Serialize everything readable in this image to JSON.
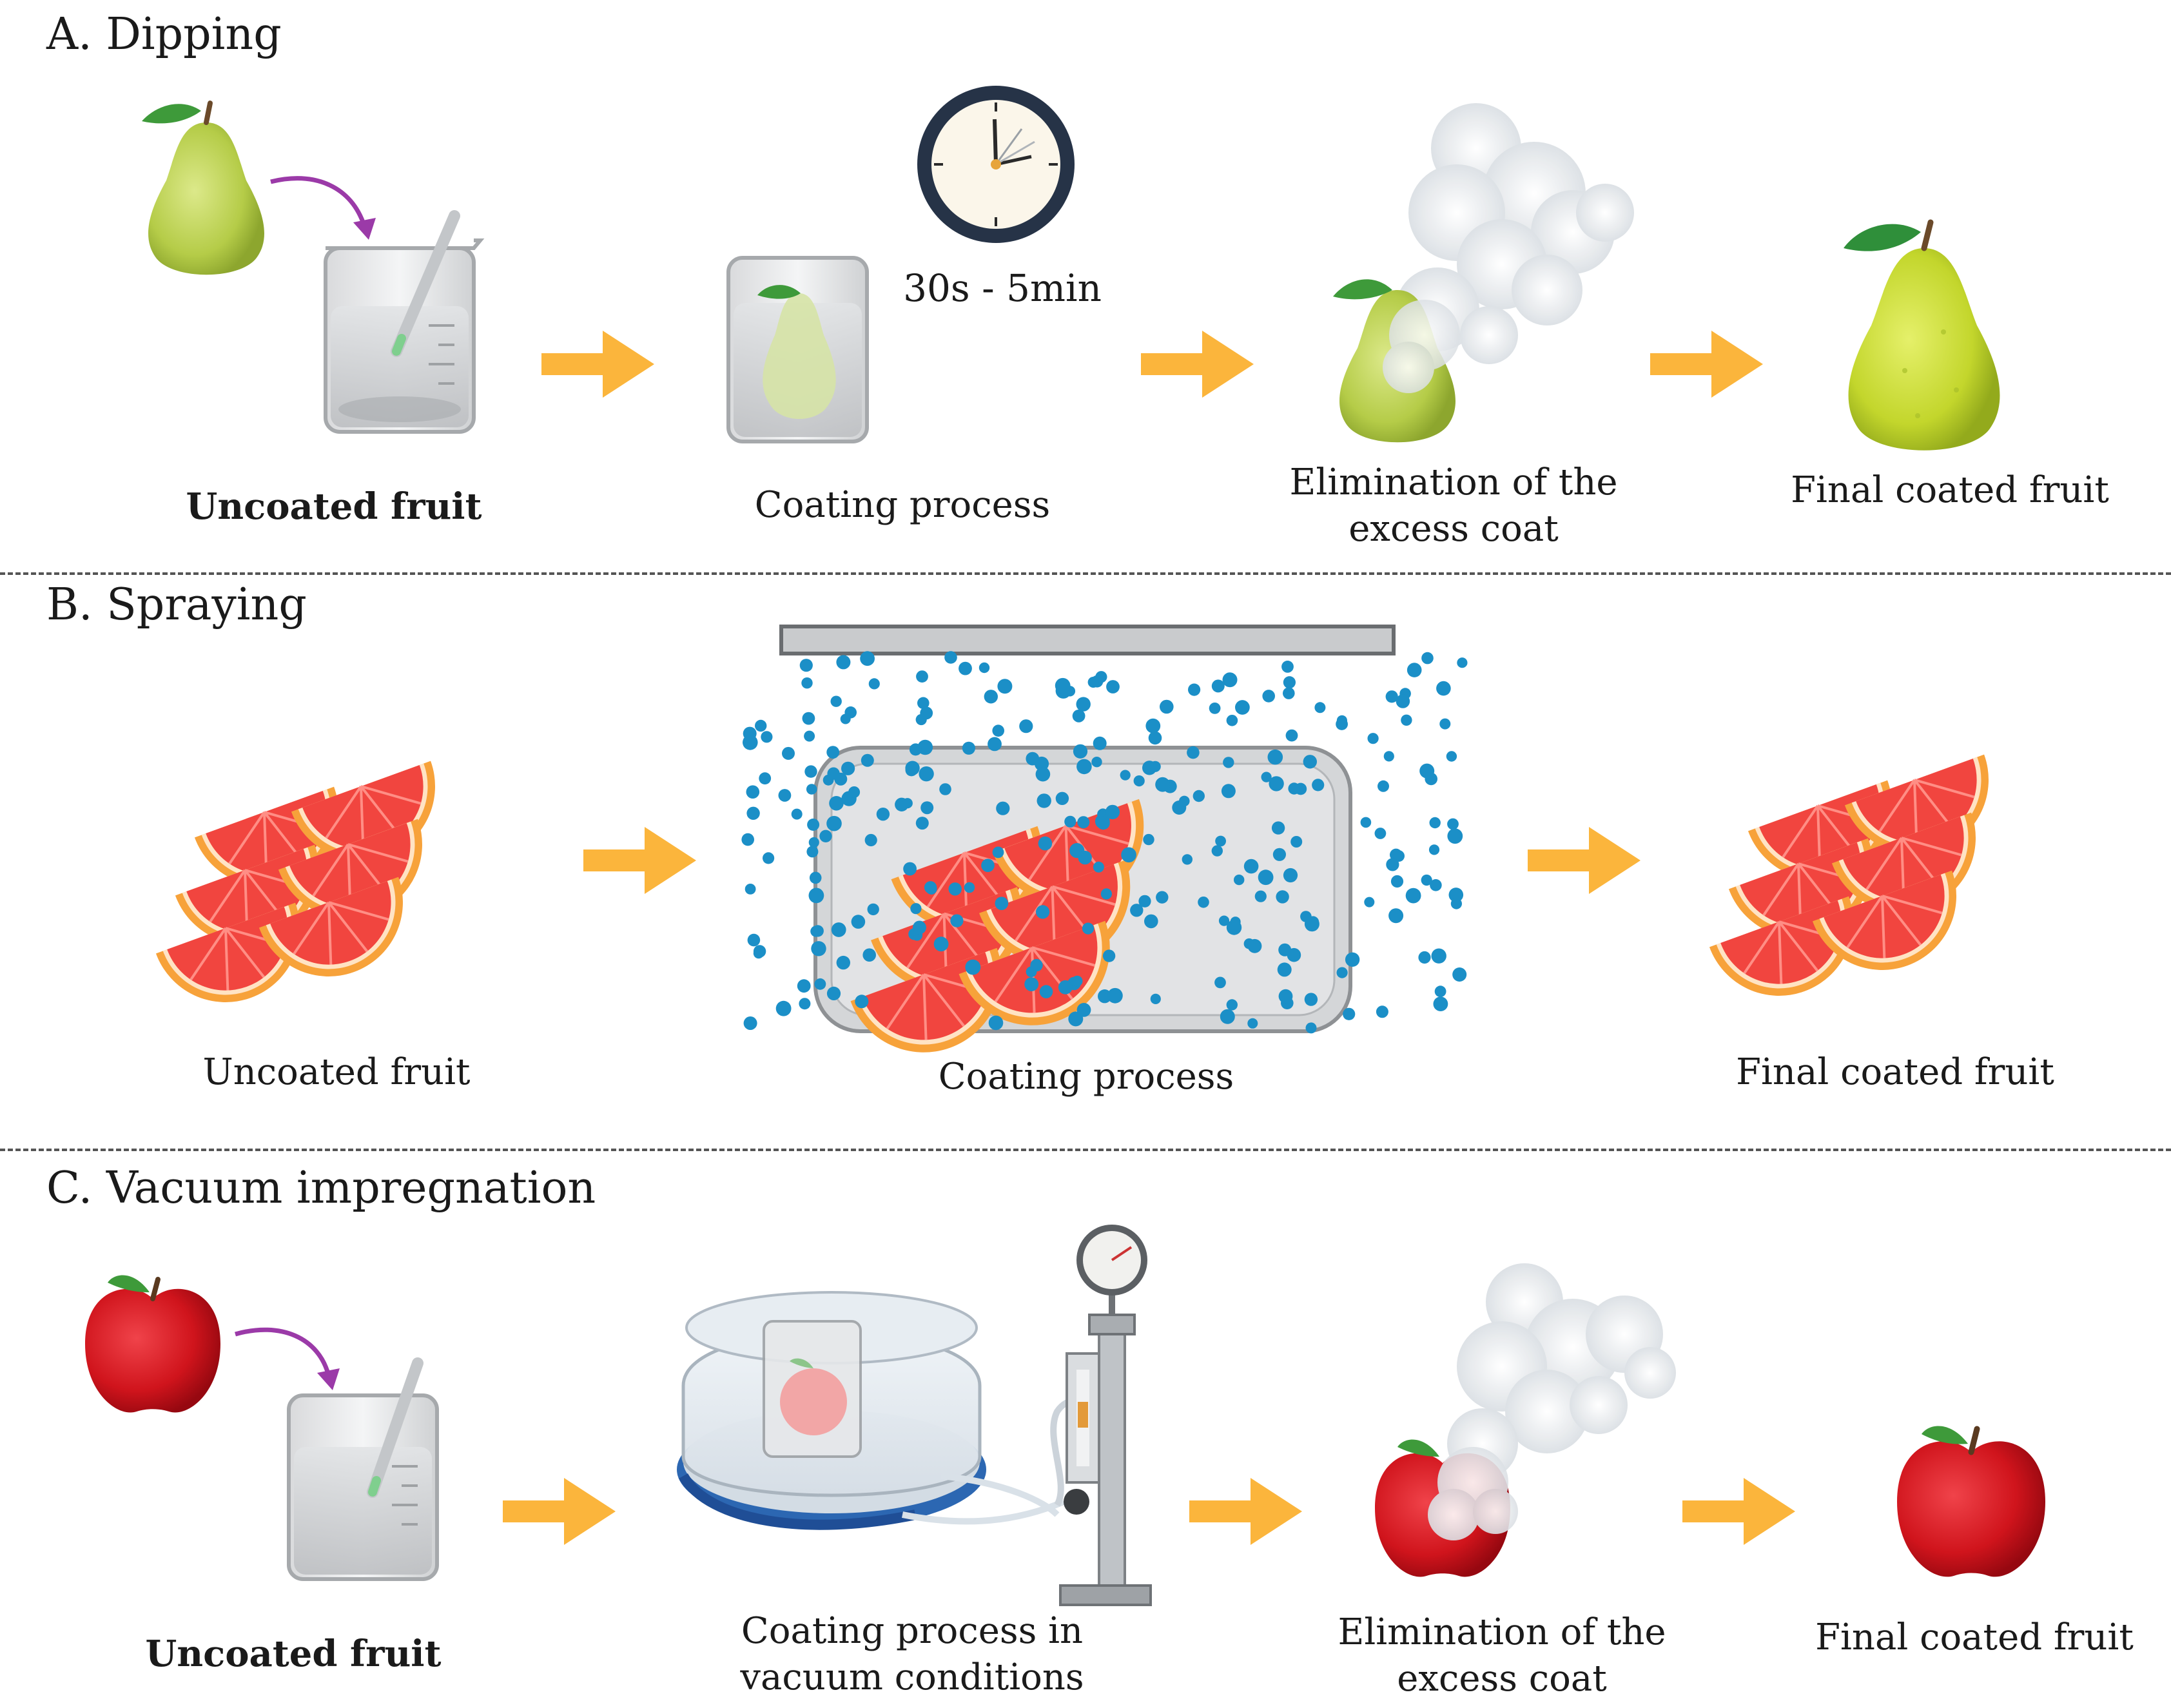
{
  "sections": {
    "dipping": {
      "title": "A. Dipping",
      "timer_label": "30s - 5min",
      "captions": [
        "Uncoated fruit",
        "Coating process",
        "Elimination of the",
        "excess coat",
        "Final coated fruit"
      ]
    },
    "spraying": {
      "title": "B. Spraying",
      "captions": [
        "Uncoated fruit",
        "Coating process",
        "Final coated fruit"
      ]
    },
    "vacuum": {
      "title": "C. Vacuum impregnation",
      "captions": [
        "Uncoated fruit",
        "Coating process in",
        "vacuum conditions",
        "Elimination of the",
        "excess coat",
        "Final coated fruit"
      ]
    }
  },
  "colors": {
    "arrow": "#FBB53C",
    "pear": "#B7CF4A",
    "apple": "#D6141C",
    "grapefruit_flesh": "#F1453F",
    "grapefruit_rind": "#F7A23A",
    "droplet": "#1B8FC7",
    "curved_arrow": "#9B3AA8"
  },
  "icons": [
    "pear-icon",
    "beaker-icon",
    "clock-icon",
    "vapor-icon",
    "grapefruit-slices-icon",
    "spray-bar-icon",
    "tray-icon",
    "apple-icon",
    "vacuum-chamber-icon",
    "pressure-gauge-icon"
  ]
}
